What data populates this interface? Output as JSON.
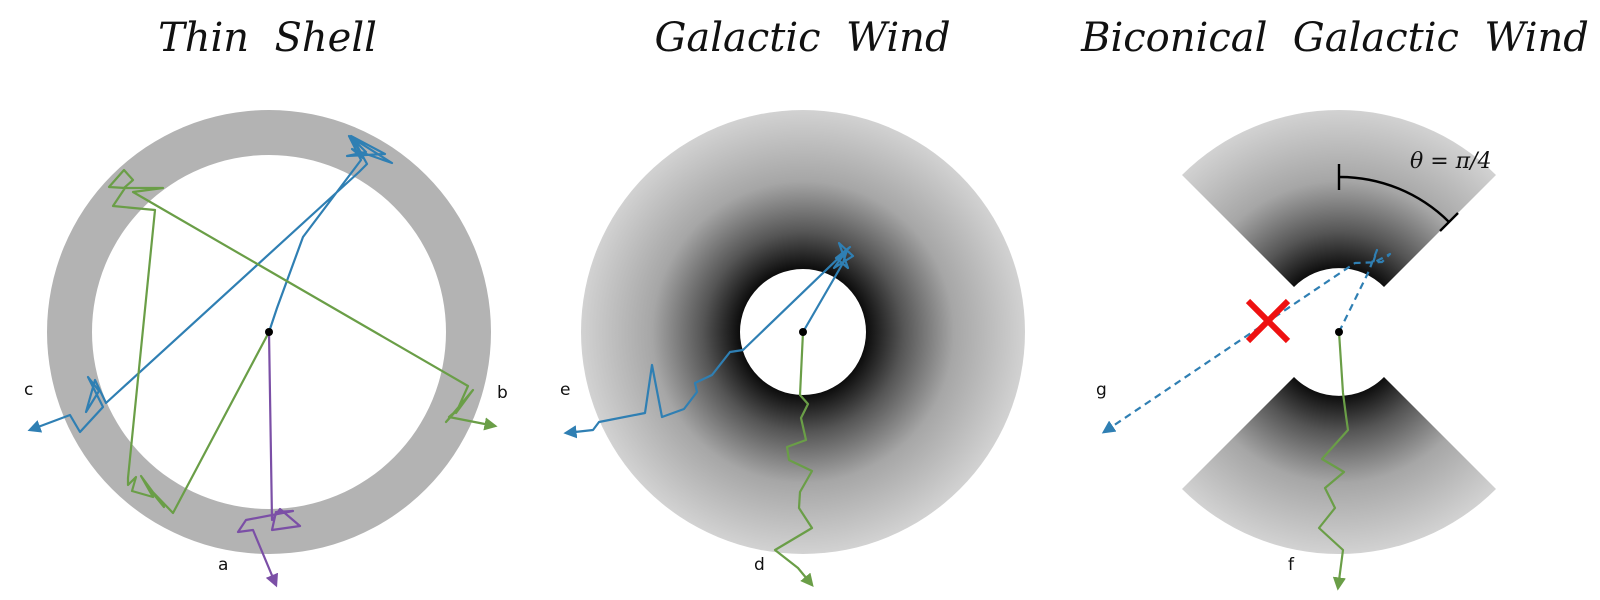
{
  "panels": [
    {
      "title": "Thin  Shell",
      "labels": [
        "a",
        "b",
        "c"
      ]
    },
    {
      "title": "Galactic  Wind",
      "labels": [
        "d",
        "e"
      ]
    },
    {
      "title": "Biconical  Galactic  Wind",
      "labels": [
        "f",
        "g"
      ],
      "annotation": "θ = π/4"
    }
  ],
  "colors": {
    "blue": "#2f7fb3",
    "green": "#6a9e47",
    "purple": "#7b4fa6",
    "shell_gray": "#b3b3b3",
    "wind_light": "#d2d2d2",
    "wind_dark": "#0a0a0a",
    "cross_red": "#ee1111"
  }
}
